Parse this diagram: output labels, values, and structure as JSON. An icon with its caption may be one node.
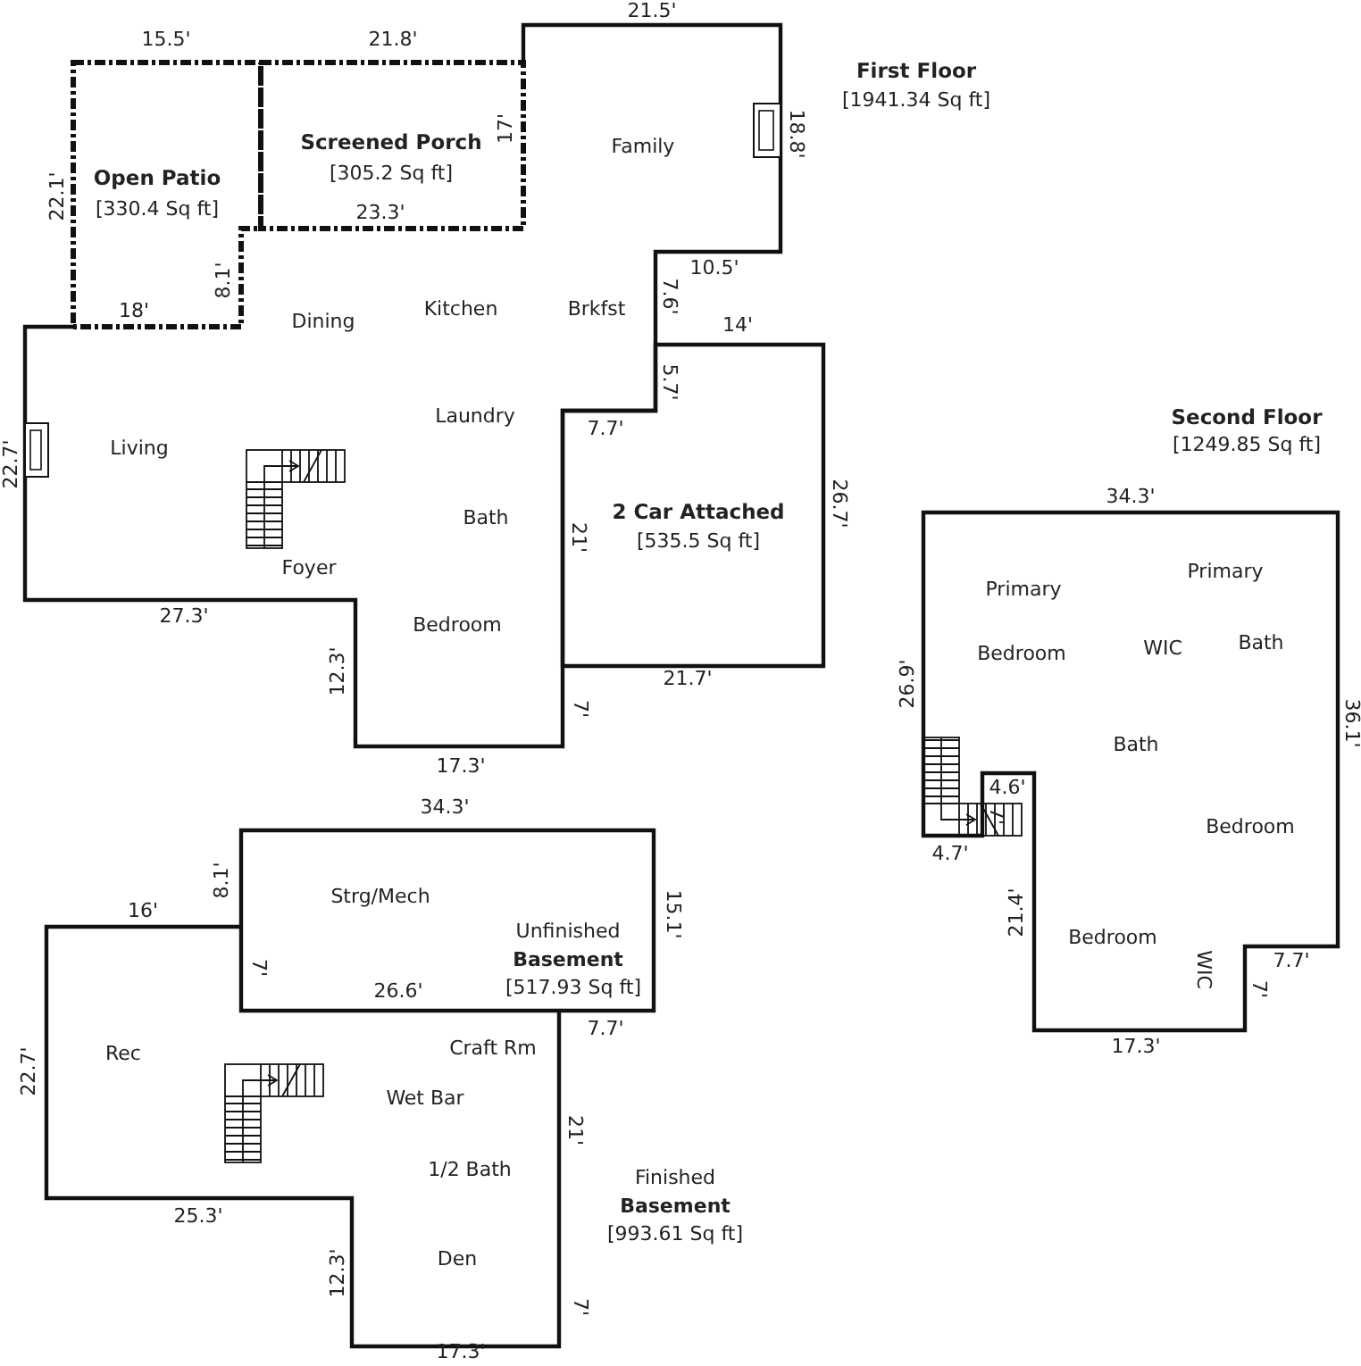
{
  "diagram": {
    "nodes": [
      {
        "text": [
          "Open Patio",
          "[330.4 Sq ft]"
        ]
      },
      {
        "text": [
          "Screened Porch",
          "[305.2 Sq ft]"
        ]
      },
      {
        "text": [
          "2 Car Attached",
          "[535.5 Sq ft]"
        ]
      },
      {
        "text": [
          "Unfinished **Basement**",
          "[517.93 Sq ft]"
        ]
      }
    ],
    "labels": [
      "First Floor",
      "[1941.34 Sq ft]",
      "15.5'",
      "21.8'",
      "21.5'",
      "17'",
      "18.8'",
      "Family",
      "22.1'",
      "23.3'",
      "8.1'",
      "10.5'",
      "7.6'",
      "18'",
      "Kitchen",
      "Brkfst",
      "Dining",
      "14'",
      "5.7'",
      "Laundry",
      "7.7'",
      "Living",
      "22.7'",
      "Bath",
      "21'",
      "26.7'",
      "Foyer",
      "27.3'",
      "Bedroom",
      "12.3'",
      "21.7'",
      "7'",
      "17.3'",
      "Second Floor",
      "[1249.85 Sq ft]",
      "34.3'",
      "Primary",
      "Primary",
      "Bath",
      "WIC",
      "Bedroom",
      "26.9'",
      "36.1'",
      "Bath",
      "4.6'",
      "7'",
      "Bedroom",
      "4.7'",
      "21.4'",
      "Bedroom",
      "7.7'",
      "WIC",
      "7'",
      "17.3'",
      "34.3'",
      "8.1'",
      "Strg/Mech",
      "16'",
      "15.1'",
      "7'",
      "26.6'",
      "7.7'",
      "Craft Rm",
      "Rec",
      "22.7'",
      "Wet Bar",
      "21'",
      "1/2 Bath",
      "Finished **Basement**",
      "[993.61 Sq ft]",
      "25.3'",
      "Den",
      "12.3'",
      "7'",
      "17.3'"
    ]
  }
}
